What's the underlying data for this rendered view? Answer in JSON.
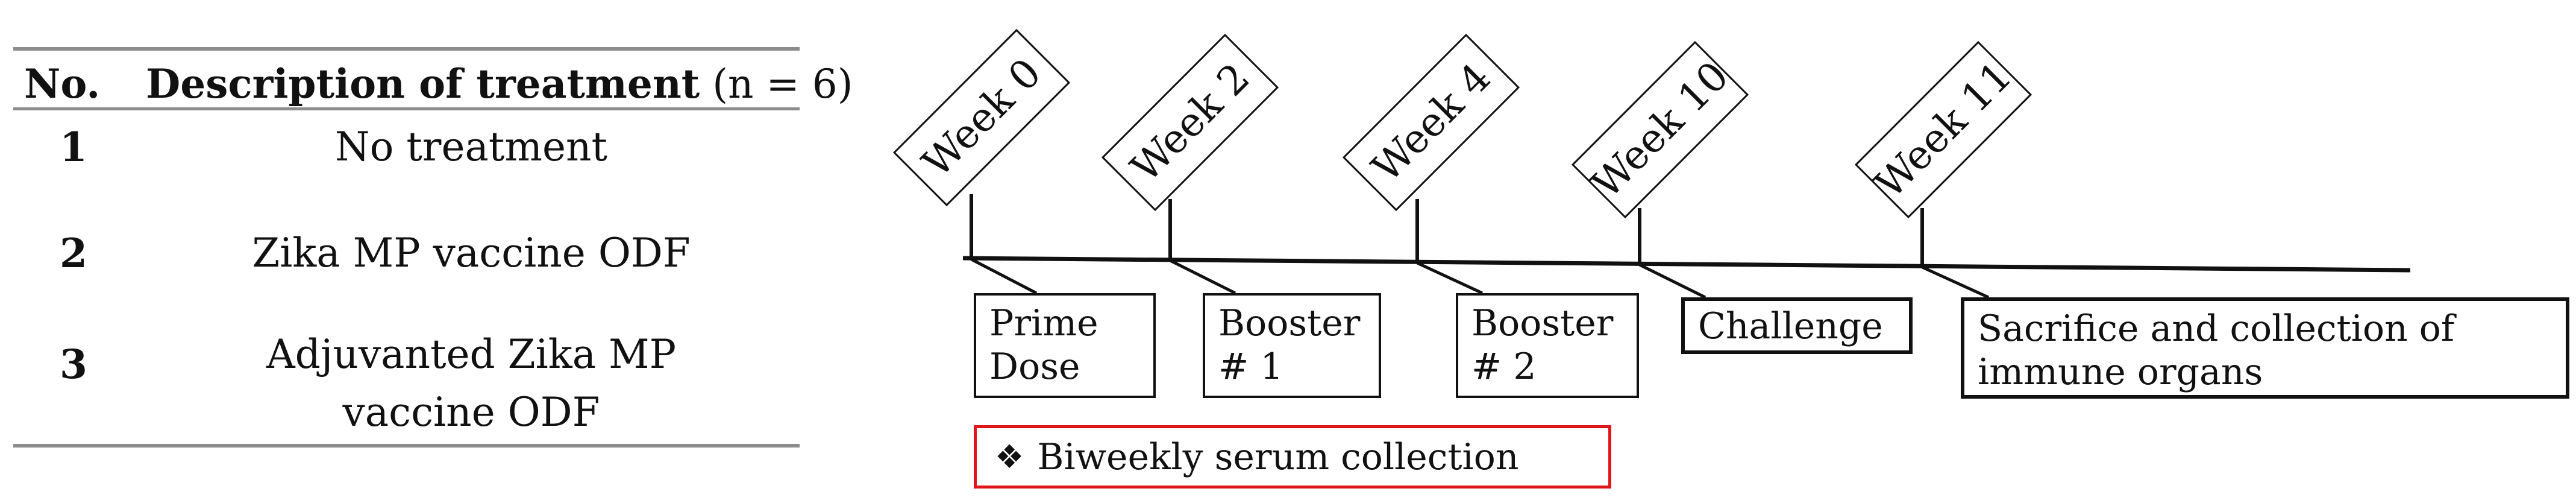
{
  "table": {
    "header_no": "No.",
    "header_desc_bold": "Description of treatment",
    "header_desc_extra": " (n = 6)",
    "rows": [
      {
        "no": "1",
        "desc": "No treatment"
      },
      {
        "no": "2",
        "desc": "Zika MP vaccine ODF"
      },
      {
        "no": "3",
        "desc": "Adjuvanted Zika MP vaccine ODF"
      }
    ]
  },
  "timeline": {
    "weeks": [
      "Week 0",
      "Week 2",
      "Week 4",
      "Week 10",
      "Week 11"
    ],
    "events": {
      "prime": "Prime Dose",
      "booster1": "Booster # 1",
      "booster2": "Booster # 2",
      "challenge": "Challenge",
      "sacrifice": "Sacrifice and collection of immune organs"
    },
    "serum_note": "Biweekly serum collection",
    "serum_bullet": "❖",
    "serum_color": "#e0161b"
  }
}
